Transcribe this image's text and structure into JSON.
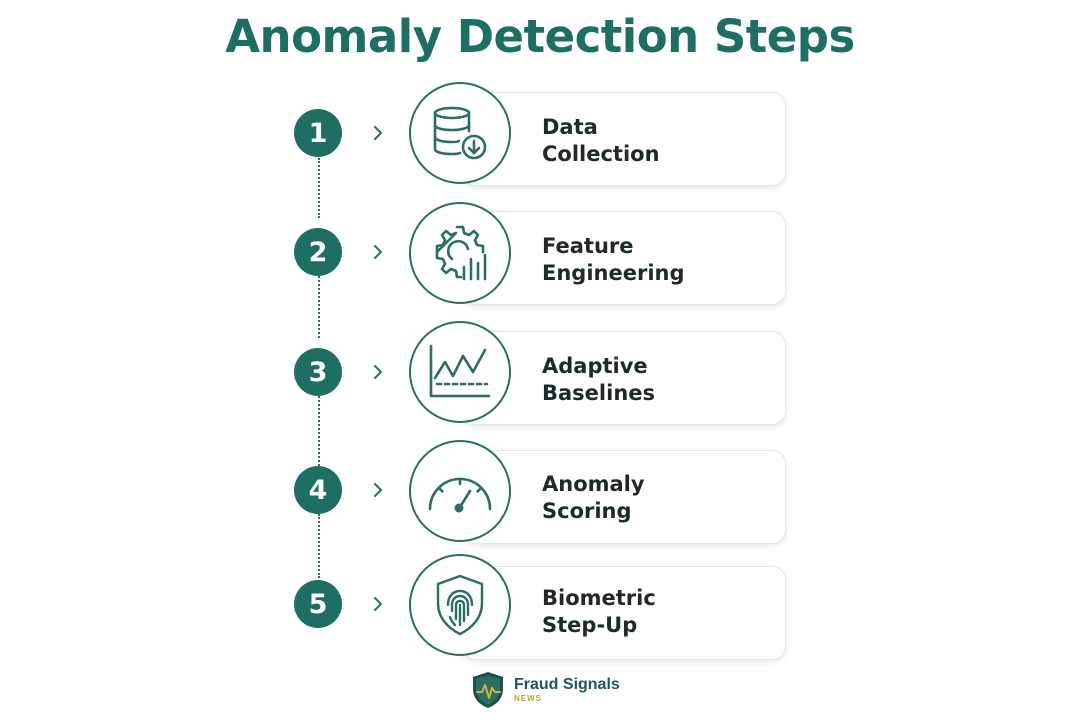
{
  "title": "Anomaly Detection Steps",
  "accent_color": "#1e6e63",
  "steps": [
    {
      "number": "1",
      "line1": "Data",
      "line2": "Collection",
      "icon": "database-download-icon"
    },
    {
      "number": "2",
      "line1": "Feature",
      "line2": "Engineering",
      "icon": "gear-bar-chart-icon"
    },
    {
      "number": "3",
      "line1": "Adaptive",
      "line2": "Baselines",
      "icon": "line-chart-baseline-icon"
    },
    {
      "number": "4",
      "line1": "Anomaly",
      "line2": "Scoring",
      "icon": "gauge-icon"
    },
    {
      "number": "5",
      "line1": "Biometric",
      "line2": "Step-Up",
      "icon": "fingerprint-shield-icon"
    }
  ],
  "brand": {
    "name": "Fraud Signals",
    "sub": "NEWS",
    "logo_icon": "shield-pulse-logo-icon",
    "colors": {
      "primary": "#1e5a55",
      "gold": "#c9a227"
    }
  }
}
